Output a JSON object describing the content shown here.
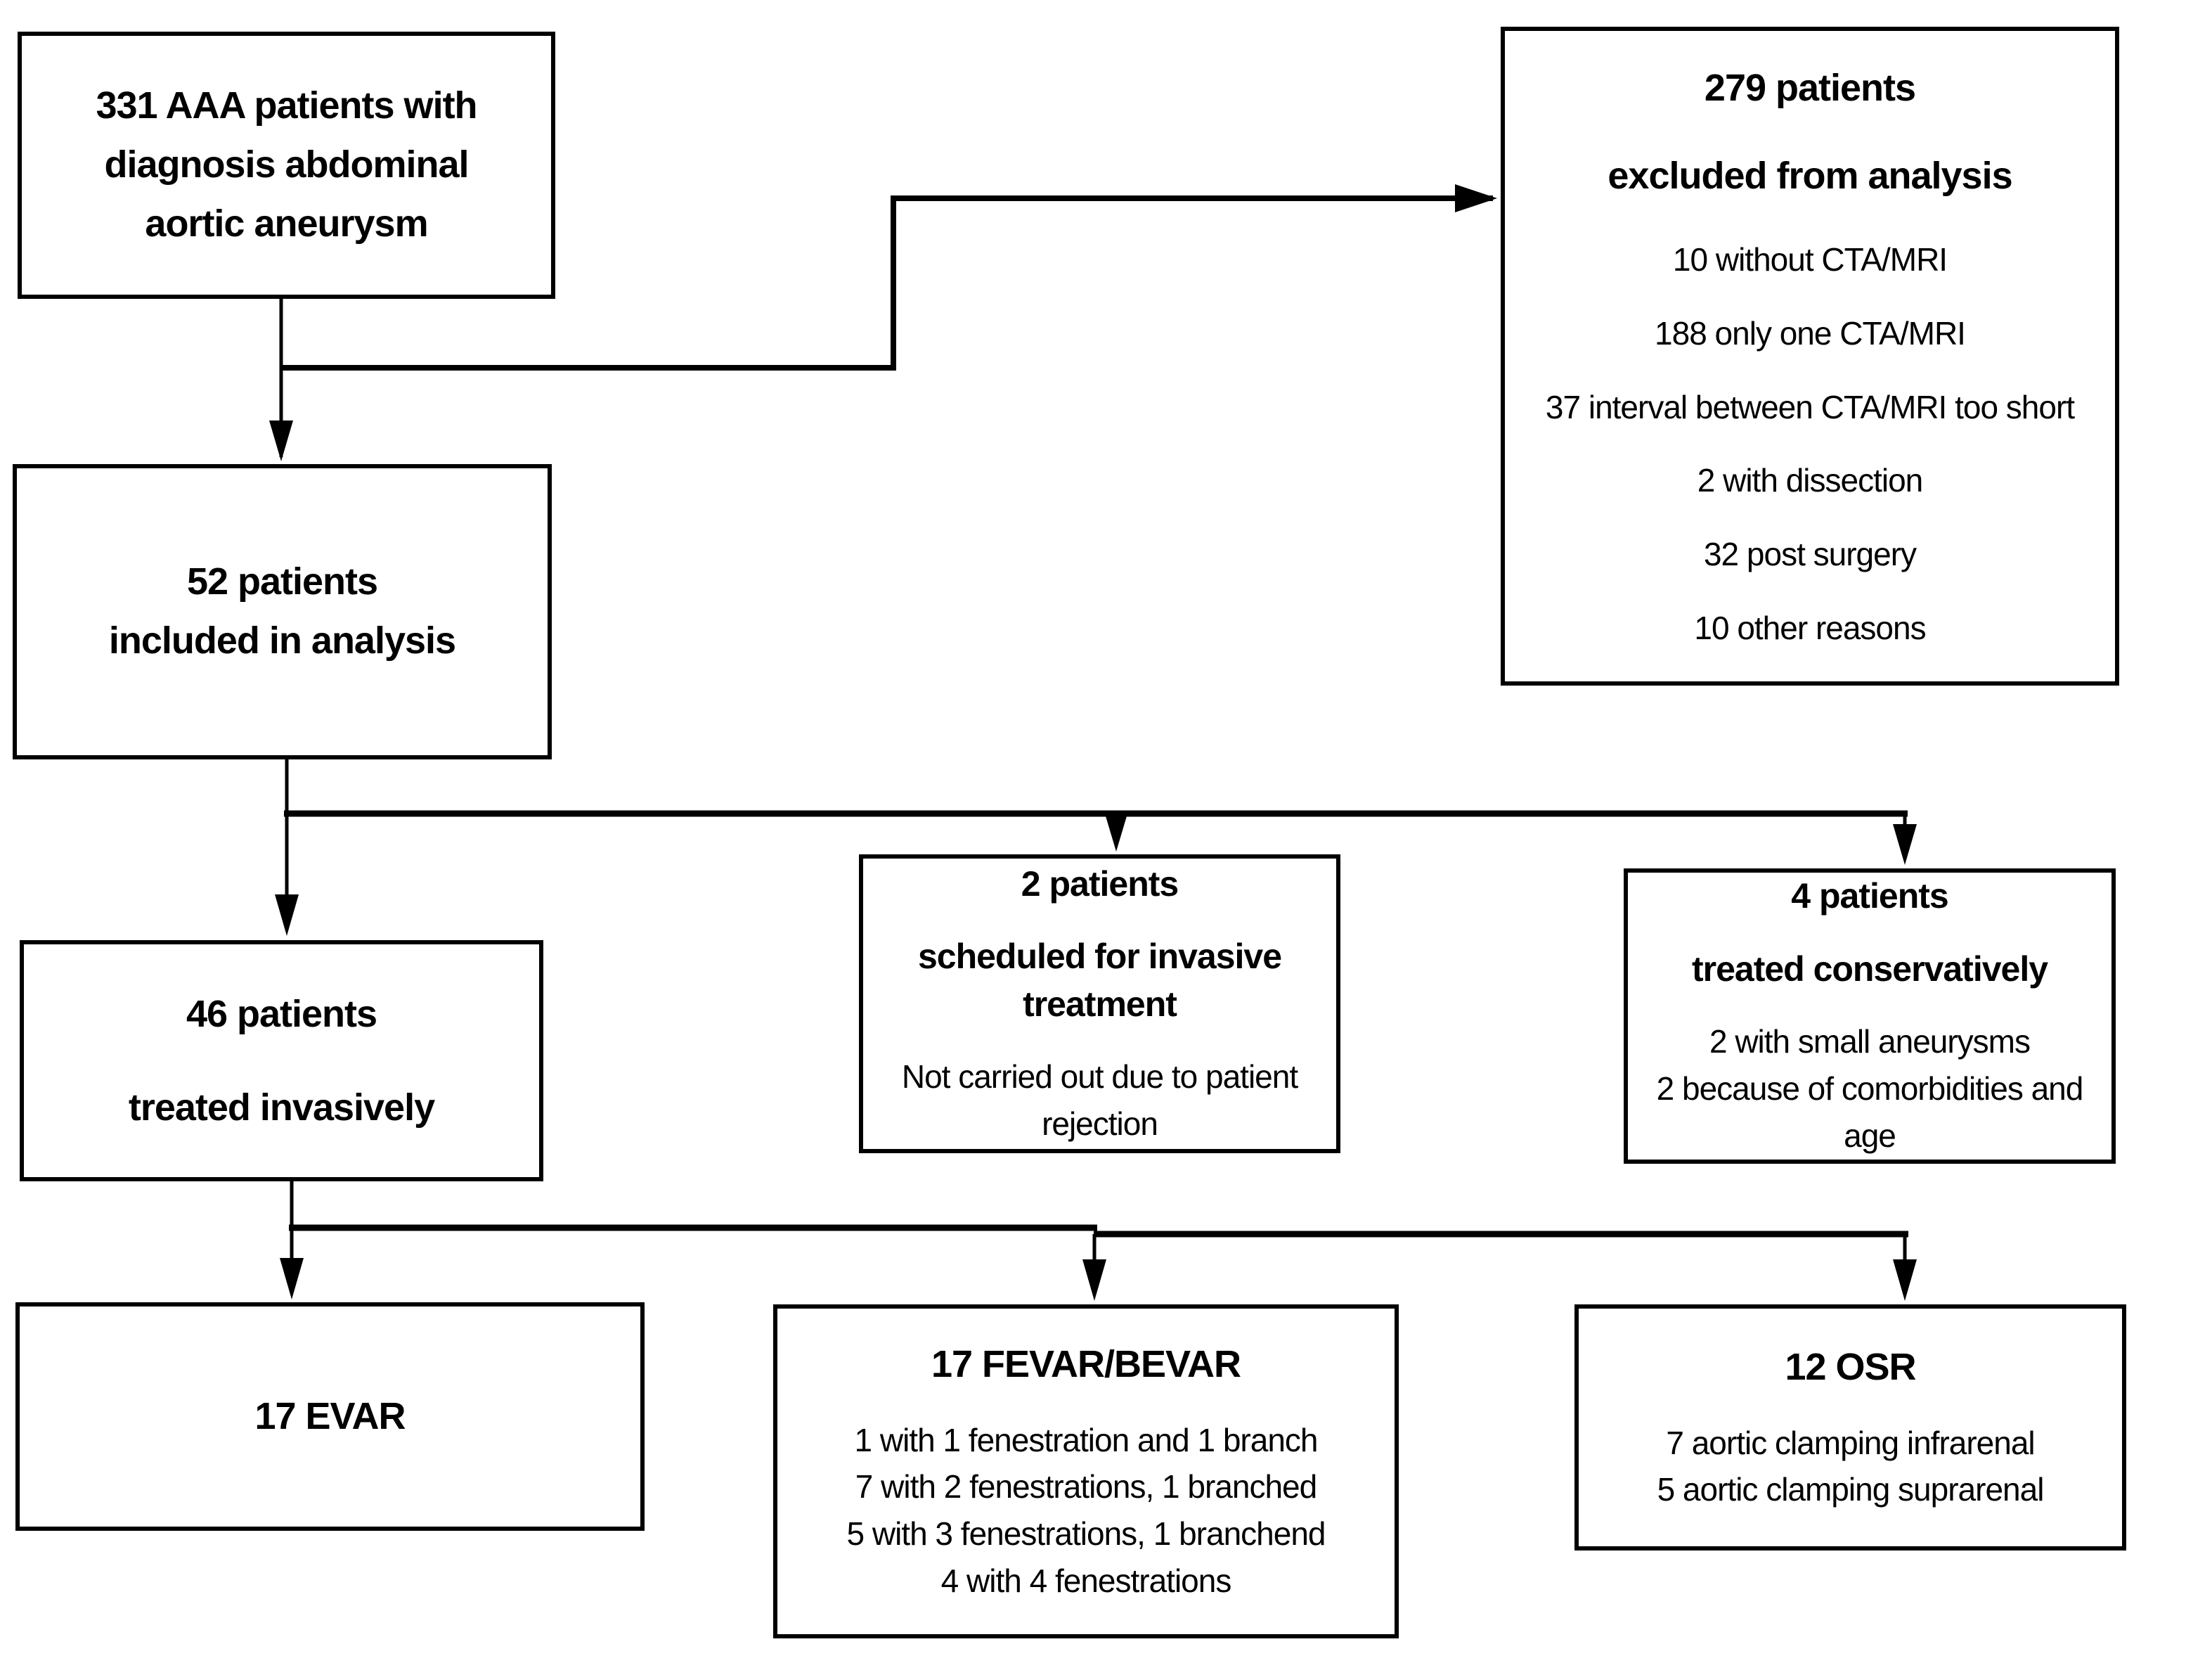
{
  "figure": {
    "background_color": "#ffffff",
    "line_color": "#000000",
    "boxes": {
      "aaa": {
        "lines": [
          "331 AAA patients with",
          "diagnosis abdominal",
          "aortic aneurysm"
        ]
      },
      "excluded": {
        "heading": [
          "279 patients",
          "excluded from analysis"
        ],
        "items": [
          "10 without CTA/MRI",
          "188 only one CTA/MRI",
          "37 interval between CTA/MRI too short",
          "2 with dissection",
          "32 post surgery",
          "10 other reasons"
        ]
      },
      "included": {
        "lines": [
          "52 patients",
          "included in analysis"
        ]
      },
      "invasive": {
        "heading": [
          "46 patients",
          "treated invasively"
        ]
      },
      "scheduled": {
        "heading": [
          "2 patients",
          "scheduled for invasive treatment"
        ],
        "note": "Not carried out due to patient rejection"
      },
      "conservative": {
        "heading": [
          "4 patients",
          "treated conservatively"
        ],
        "items": [
          "2 with small aneurysms",
          "2 because of comorbidities and age"
        ]
      },
      "evar": {
        "heading": [
          "17 EVAR"
        ]
      },
      "fevar": {
        "heading": [
          "17 FEVAR/BEVAR"
        ],
        "items": [
          "1 with 1 fenestration and 1 branch",
          "7 with 2 fenestrations, 1 branched",
          "5 with 3 fenestrations, 1 branchend",
          "4 with 4 fenestrations"
        ]
      },
      "osr": {
        "heading": [
          "12 OSR"
        ],
        "items": [
          "7 aortic clamping infrarenal",
          "5 aortic clamping suprarenal"
        ]
      }
    }
  }
}
